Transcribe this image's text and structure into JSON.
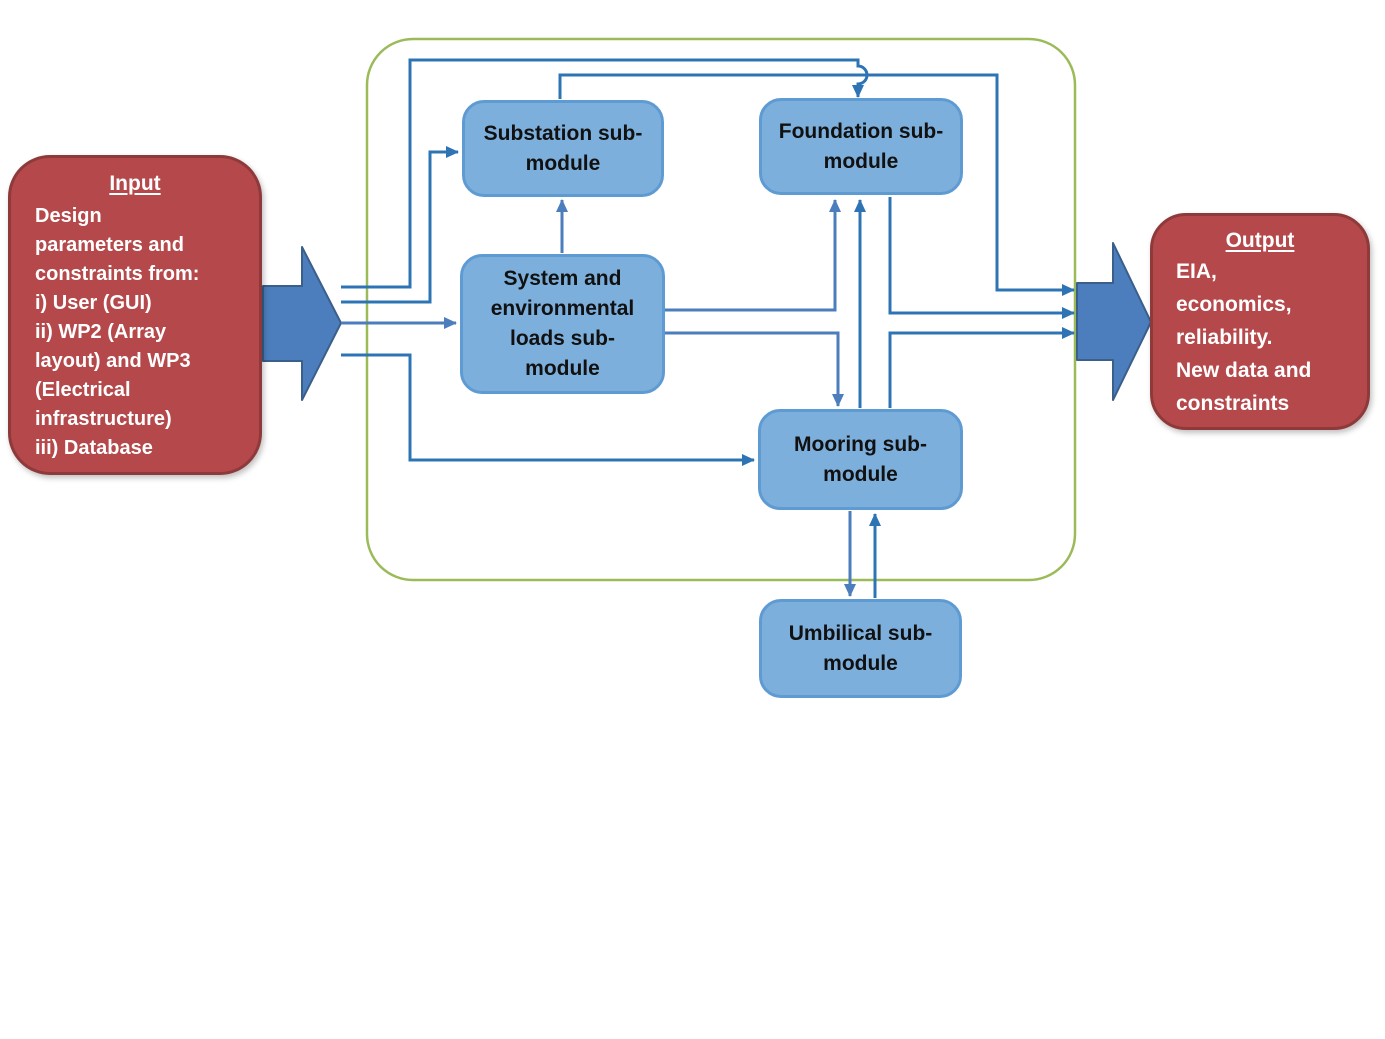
{
  "input_box": {
    "title": "Input",
    "body": "Design\nparameters and\nconstraints from:\ni) User (GUI)\nii) WP2 (Array\nlayout) and WP3\n(Electrical\ninfrastructure)\niii) Database"
  },
  "output_box": {
    "title": "Output",
    "body": "EIA,\neconomics,\nreliability.\nNew data and\nconstraints"
  },
  "modules": [
    {
      "id": "substation",
      "label": "Substation sub-\nmodule"
    },
    {
      "id": "foundation",
      "label": "Foundation sub-\nmodule"
    },
    {
      "id": "envloads",
      "label": "System and\nenvironmental\nloads sub-\nmodule"
    },
    {
      "id": "mooring",
      "label": "Mooring sub-\nmodule"
    },
    {
      "id": "umbilical",
      "label": "Umbilical sub-\nmodule"
    }
  ],
  "connections": [
    {
      "from": "input",
      "to": "foundation",
      "route": "over-top"
    },
    {
      "from": "input",
      "to": "substation",
      "route": "left-side"
    },
    {
      "from": "input",
      "to": "envloads",
      "route": "direct"
    },
    {
      "from": "input",
      "to": "mooring",
      "route": "under-left"
    },
    {
      "from": "envloads",
      "to": "substation",
      "route": "up"
    },
    {
      "from": "substation",
      "to": "output",
      "route": "over-top-right"
    },
    {
      "from": "envloads",
      "to": "foundation",
      "route": "right-up"
    },
    {
      "from": "envloads",
      "to": "mooring",
      "route": "right-down"
    },
    {
      "from": "mooring",
      "to": "foundation",
      "route": "up"
    },
    {
      "from": "foundation",
      "to": "output",
      "route": "down-right"
    },
    {
      "from": "mooring",
      "to": "output",
      "route": "up-right"
    },
    {
      "from": "mooring",
      "to": "umbilical",
      "route": "down"
    },
    {
      "from": "umbilical",
      "to": "mooring",
      "route": "up"
    }
  ],
  "colors": {
    "red_fill": "#B5484A",
    "red_border": "#8E3A3B",
    "blue_module_fill": "#7DAFDC",
    "blue_module_border": "#5F9BD3",
    "connector_dark": "#2E74B5",
    "connector_steel": "#4C7EBD",
    "block_arrow_fill": "#4C7EBD",
    "block_arrow_border": "#3A5F8B",
    "boundary_green": "#9BBB59"
  }
}
